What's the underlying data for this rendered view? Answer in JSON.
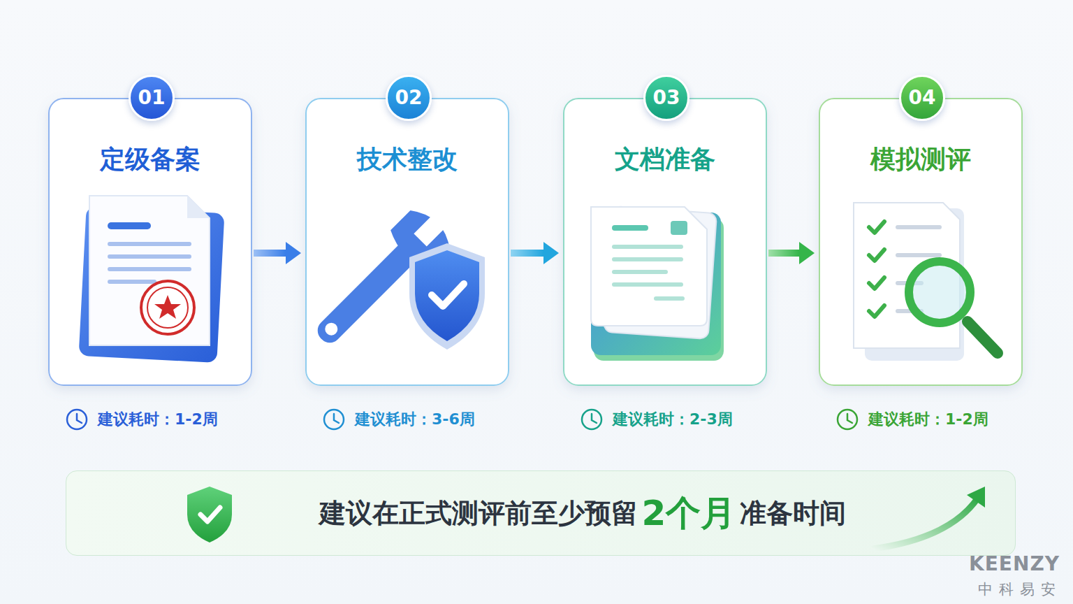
{
  "diagram": {
    "nodes": [
      {
        "text": [
          "定级备案"
        ]
      },
      {
        "text": [
          "01"
        ],
        "in": 0
      },
      {
        "text": [
          "技术整改"
        ]
      },
      {
        "text": [
          "02"
        ],
        "in": 2
      },
      {
        "text": [
          "文档准备"
        ]
      },
      {
        "text": [
          "03"
        ],
        "in": 4
      },
      {
        "text": [
          "模拟测评"
        ]
      },
      {
        "text": [
          "04"
        ],
        "in": 6
      },
      {
        "text": [
          "建议在正式测评前至少预留",
          "2个月",
          "准备时间"
        ]
      }
    ],
    "edges": [
      {
        "from": 0,
        "to": 2,
        "arrow": "to"
      },
      {
        "from": 2,
        "to": 4,
        "arrow": "to"
      },
      {
        "from": 4,
        "to": 6,
        "arrow": "to"
      }
    ],
    "labels": [
      "建议耗时：1-2周",
      "建议耗时：3-6周",
      "建议耗时：2-3周",
      "建议耗时：1-2周",
      "KEENZY",
      "中科易安"
    ]
  }
}
